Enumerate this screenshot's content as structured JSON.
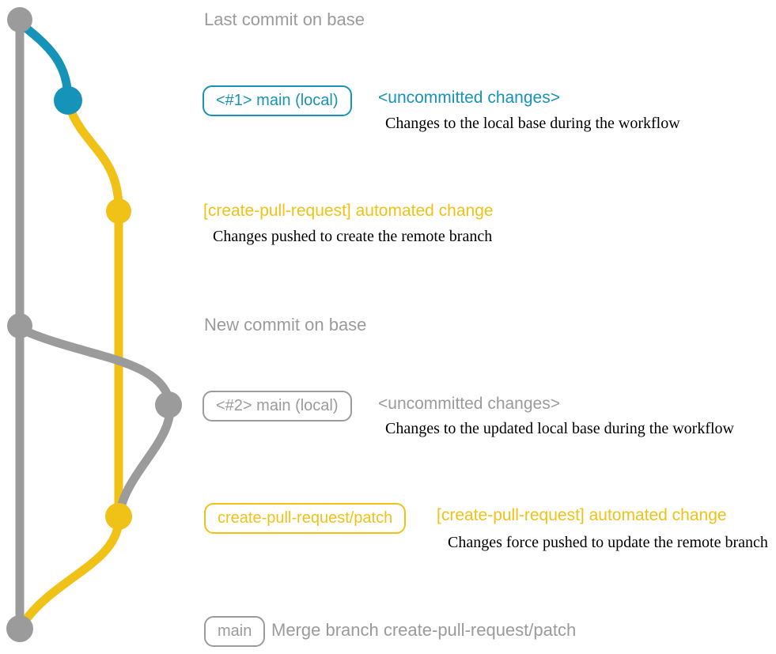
{
  "colors": {
    "gray": "#9B9B9B",
    "blue": "#1693B8",
    "yellow": "#F0C117",
    "text": "#000000",
    "background": "#FFFFFF"
  },
  "graph": {
    "type": "git-graph",
    "branches": [
      {
        "name": "base",
        "color": "gray"
      },
      {
        "name": "main (local)",
        "color": "blue"
      },
      {
        "name": "create-pull-request/patch",
        "color": "yellow"
      }
    ],
    "commits": [
      {
        "id": "base-commit-1",
        "branch": "base",
        "annotation": "Last commit on base"
      },
      {
        "id": "local-commit-1",
        "branch": "main (local)",
        "annotation": "<#1> main (local) <uncommitted changes>"
      },
      {
        "id": "patch-commit-1",
        "branch": "create-pull-request/patch",
        "annotation": "[create-pull-request] automated change"
      },
      {
        "id": "base-commit-2",
        "branch": "base",
        "annotation": "New commit on base"
      },
      {
        "id": "local-commit-2",
        "branch": "main (local)",
        "annotation": "<#2> main (local) <uncommitted changes>"
      },
      {
        "id": "patch-commit-2",
        "branch": "create-pull-request/patch",
        "annotation": "create-pull-request/patch [create-pull-request] automated change"
      },
      {
        "id": "merge-commit",
        "branch": "base",
        "annotation": "main Merge branch create-pull-request/patch"
      }
    ]
  },
  "annotations": {
    "last_commit_label": "Last commit on base",
    "row1": {
      "badge": "<#1> main (local)",
      "title": "<uncommitted changes>",
      "description": "Changes to the local base during the workflow"
    },
    "row2": {
      "title": "[create-pull-request] automated change",
      "description": "Changes pushed to create the remote branch"
    },
    "new_commit_label": "New commit on base",
    "row3": {
      "badge": "<#2> main (local)",
      "title": "<uncommitted changes>",
      "description": "Changes to the updated local base during the workflow"
    },
    "row4": {
      "badge": "create-pull-request/patch",
      "title": "[create-pull-request] automated change",
      "description": "Changes force pushed to update the remote branch"
    },
    "row5": {
      "badge": "main",
      "message": "Merge branch create-pull-request/patch"
    }
  }
}
